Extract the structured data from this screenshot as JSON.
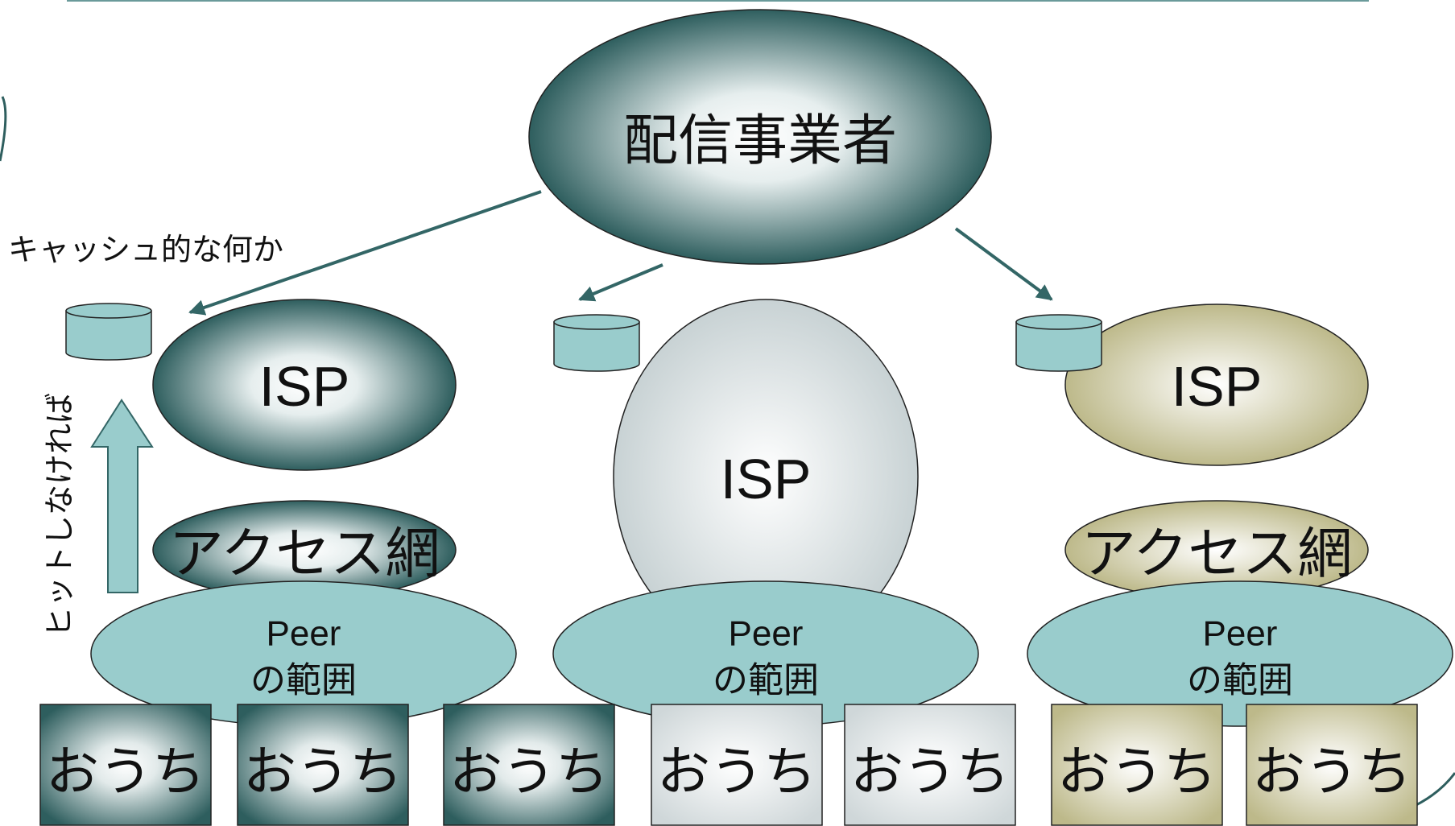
{
  "provider": {
    "label": "配信事業者"
  },
  "cache_caption": "キャッシュ的な何か",
  "fallback_caption": "ヒットしなければ",
  "isp": [
    {
      "label": "ISP"
    },
    {
      "label": "ISP"
    },
    {
      "label": "ISP"
    }
  ],
  "access_net": [
    {
      "label": "アクセス網"
    },
    {
      "label": "アクセス網"
    }
  ],
  "peer": [
    {
      "line1": "Peer",
      "line2": "の範囲"
    },
    {
      "line1": "Peer",
      "line2": "の範囲"
    },
    {
      "line1": "Peer",
      "line2": "の範囲"
    }
  ],
  "homes": [
    {
      "label": "おうち"
    },
    {
      "label": "おうち"
    },
    {
      "label": "おうち"
    },
    {
      "label": "おうち"
    },
    {
      "label": "おうち"
    },
    {
      "label": "おうち"
    },
    {
      "label": "おうち"
    }
  ],
  "colors": {
    "teal_dark": "#2e5e5e",
    "peer_fill": "#99cccc",
    "silver": "#c8d2d4",
    "khaki": "#bdb98a",
    "arrow": "#336666"
  }
}
